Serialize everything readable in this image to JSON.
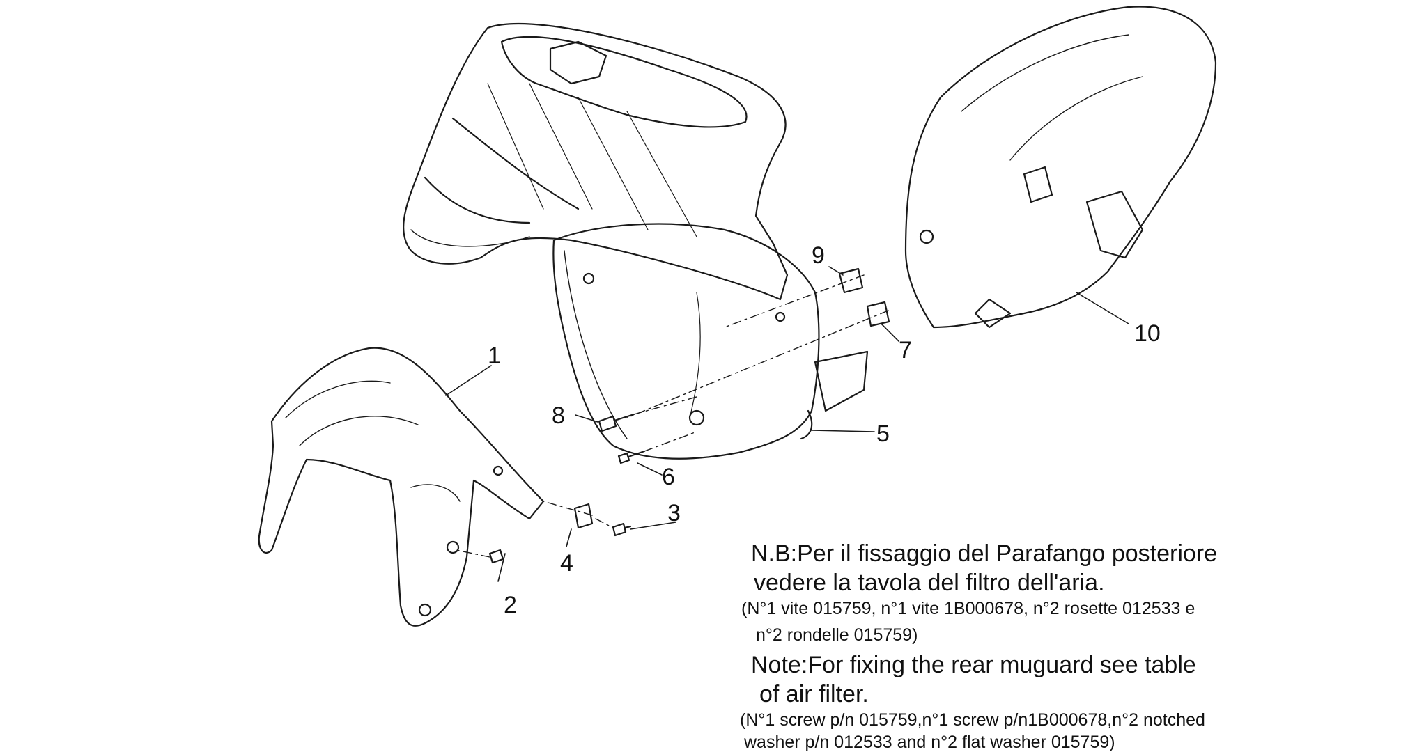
{
  "callouts": {
    "p1": "1",
    "p2": "2",
    "p3": "3",
    "p4": "4",
    "p5": "5",
    "p6": "6",
    "p7": "7",
    "p8": "8",
    "p9": "9",
    "p10": "10"
  },
  "notes": {
    "it_line1": "N.B:Per il fissaggio del Parafango posteriore",
    "it_line2": "vedere la tavola del filtro dell'aria.",
    "it_line3": "(N°1 vite 015759, n°1 vite 1B000678, n°2 rosette 012533 e",
    "it_line4": "n°2 rondelle 015759)",
    "en_line1": "Note:For fixing the rear muguard see table",
    "en_line2": "of air filter.",
    "en_line3": "(N°1 screw p/n 015759,n°1 screw p/n1B000678,n°2 notched",
    "en_line4": "washer p/n 012533 and n°2 flat washer 015759)"
  },
  "colors": {
    "line": "#1a1a1a",
    "hatch": "#9a9a9a",
    "background": "#ffffff"
  }
}
